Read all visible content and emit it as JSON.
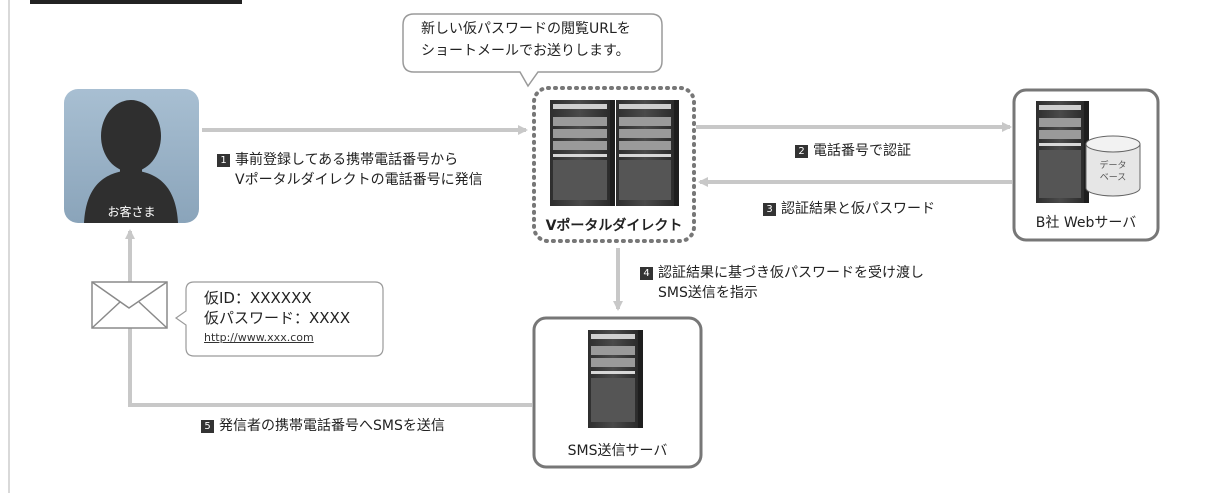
{
  "customer": {
    "label": "お客さま"
  },
  "portal": {
    "label": "Vポータルダイレクト"
  },
  "webserver": {
    "label": "B社 Webサーバ",
    "db_line1": "データ",
    "db_line2": "ベース"
  },
  "sms_server": {
    "label": "SMS送信サーバ"
  },
  "bubble": {
    "line1": "新しい仮パスワードの閲覧URLを",
    "line2": "ショートメールでお送りします。"
  },
  "sms_message": {
    "id_line": "仮ID：XXXXXX",
    "password_line": "仮パスワード：XXXX",
    "url": "http://www.xxx.com"
  },
  "steps": [
    {
      "num": "1",
      "line1": "事前登録してある携帯電話番号から",
      "line2": "Vポータルダイレクトの電話番号に発信"
    },
    {
      "num": "2",
      "line1": "電話番号で認証"
    },
    {
      "num": "3",
      "line1": "認証結果と仮パスワード"
    },
    {
      "num": "4",
      "line1": "認証結果に基づき仮パスワードを受け渡し",
      "line2": "SMS送信を指示"
    },
    {
      "num": "5",
      "line1": "発信者の携帯電話番号へSMSを送信"
    }
  ],
  "colors": {
    "arrow": "#c8c8c8",
    "customer_bg": "#9ab2c7",
    "server_dark": "#3a3a3a",
    "box_border": "#7a7a7a",
    "step_badge": "#333333"
  }
}
